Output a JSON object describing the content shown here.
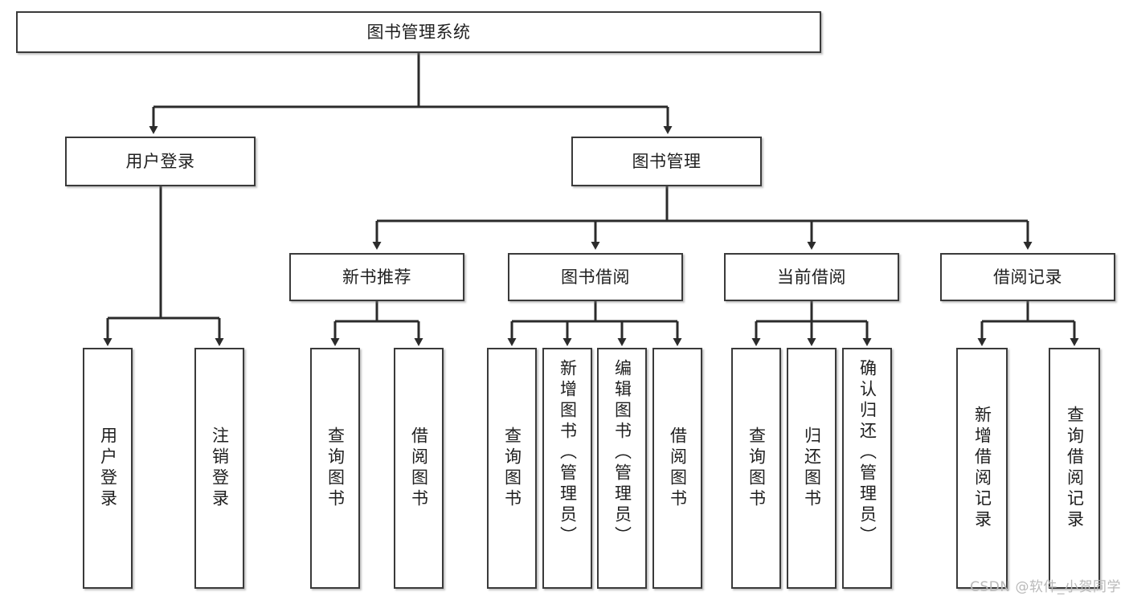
{
  "diagram": {
    "type": "tree-hierarchy-flowchart",
    "title": "图书管理系统",
    "watermark": "CSDN @软件_小贺同学",
    "colors": {
      "box_border": "#3a3a3a",
      "box_fill": "#ffffff",
      "edge": "#2b2b2b",
      "text": "#1f1f1f",
      "watermark": "#b9b9b9"
    },
    "nodes": {
      "root": {
        "label": "图书管理系统",
        "level": 0,
        "orientation": "horizontal"
      },
      "l1": [
        {
          "id": "user-login",
          "label": "用户登录",
          "orientation": "horizontal"
        },
        {
          "id": "book-manage",
          "label": "图书管理",
          "orientation": "horizontal"
        }
      ],
      "l2": [
        {
          "id": "new-book-recommend",
          "label": "新书推荐",
          "orientation": "horizontal"
        },
        {
          "id": "book-borrow",
          "label": "图书借阅",
          "orientation": "horizontal"
        },
        {
          "id": "current-borrow",
          "label": "当前借阅",
          "orientation": "horizontal"
        },
        {
          "id": "borrow-record",
          "label": "借阅记录",
          "orientation": "horizontal"
        }
      ],
      "leaves": {
        "user-login": [
          {
            "id": "leaf-user-login",
            "label": "用户登录",
            "orientation": "vertical"
          },
          {
            "id": "leaf-logout-login",
            "label": "注销登录",
            "orientation": "vertical"
          }
        ],
        "new-book-recommend": [
          {
            "id": "leaf-query-book-1",
            "label": "查询图书",
            "orientation": "vertical"
          },
          {
            "id": "leaf-borrow-book-1",
            "label": "借阅图书",
            "orientation": "vertical"
          }
        ],
        "book-borrow": [
          {
            "id": "leaf-query-book-2",
            "label": "查询图书",
            "orientation": "vertical"
          },
          {
            "id": "leaf-add-book",
            "label": "新增图书（管理员）",
            "orientation": "vertical"
          },
          {
            "id": "leaf-edit-book",
            "label": "编辑图书（管理员）",
            "orientation": "vertical"
          },
          {
            "id": "leaf-borrow-book-2",
            "label": "借阅图书",
            "orientation": "vertical"
          }
        ],
        "current-borrow": [
          {
            "id": "leaf-query-book-3",
            "label": "查询图书",
            "orientation": "vertical"
          },
          {
            "id": "leaf-return-book",
            "label": "归还图书",
            "orientation": "vertical"
          },
          {
            "id": "leaf-confirm-return",
            "label": "确认归还（管理员）",
            "orientation": "vertical"
          }
        ],
        "borrow-record": [
          {
            "id": "leaf-add-record",
            "label": "新增借阅记录",
            "orientation": "vertical"
          },
          {
            "id": "leaf-query-record",
            "label": "查询借阅记录",
            "orientation": "vertical"
          }
        ]
      }
    }
  }
}
